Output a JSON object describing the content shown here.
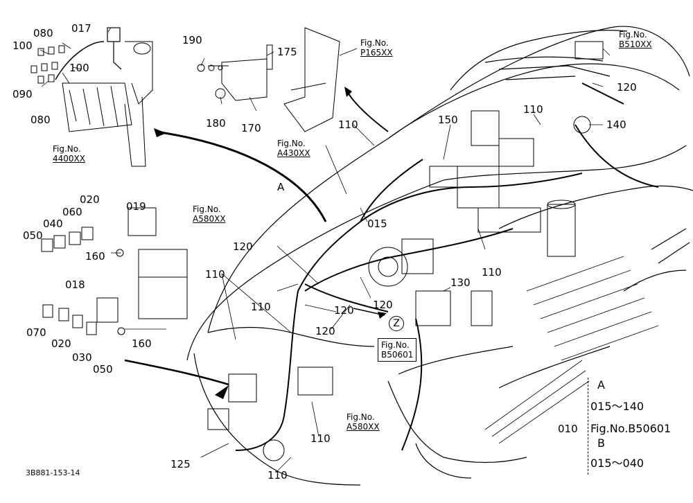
{
  "part_labels": {
    "p017": "017",
    "p080a": "080",
    "p100a": "100",
    "p100b": "100",
    "p090": "090",
    "p080b": "080",
    "p190": "190",
    "p175": "175",
    "p180": "180",
    "p170": "170",
    "p110a": "110",
    "p150": "150",
    "p110b": "110",
    "p140": "140",
    "p120a": "120",
    "p020a": "020",
    "p060": "060",
    "p040": "040",
    "p050a": "050",
    "p019": "019",
    "p160a": "160",
    "p015": "015",
    "p110c": "110",
    "p120b": "120",
    "p110d": "110",
    "p130": "130",
    "p018": "018",
    "p070": "070",
    "p020b": "020",
    "p030": "030",
    "p050b": "050",
    "p160b": "160",
    "p110e": "110",
    "p120c": "120",
    "p120d": "120",
    "p120e": "120",
    "p125": "125",
    "p110f": "110",
    "p110g": "110",
    "p010": "010"
  },
  "figure_refs": {
    "fig4400": {
      "prefix": "Fig.No.",
      "number": "4400XX"
    },
    "figP165": {
      "prefix": "Fig.No.",
      "number": "P165XX"
    },
    "figA430": {
      "prefix": "Fig.No.",
      "number": "A430XX"
    },
    "figB510": {
      "prefix": "Fig.No.",
      "number": "B510XX"
    },
    "figA580a": {
      "prefix": "Fig.No.",
      "number": "A580XX"
    },
    "figB50601": {
      "prefix": "Fig.No.",
      "number": "B50601"
    },
    "figA580b": {
      "prefix": "Fig.No.",
      "number": "A580XX"
    }
  },
  "callouts": {
    "a_marker": "A",
    "z_marker": "Z"
  },
  "legend": {
    "a_letter": "A",
    "a_range": "015～140",
    "fig_ref": "Fig.No.B50601",
    "b_letter": "B",
    "b_range": "015～040"
  },
  "drawing_code": "3B881-153-14"
}
